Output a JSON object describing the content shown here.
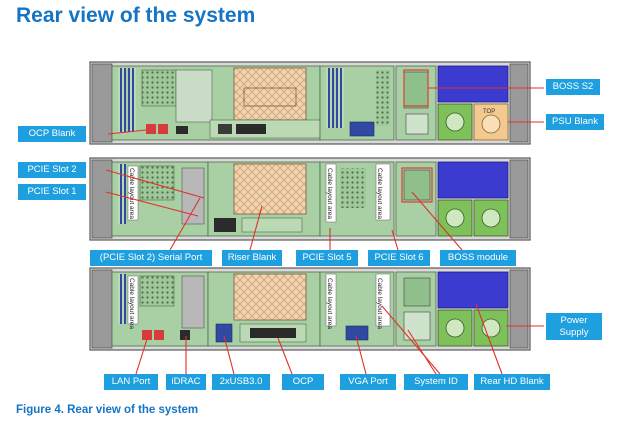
{
  "title": "Rear view of the system",
  "caption": "Figure 4. Rear view of the system",
  "labels": {
    "boss_s2": "BOSS S2",
    "psu_blank": "PSU Blank",
    "ocp_blank": "OCP Blank",
    "pcie_slot_2": "PCIE Slot 2",
    "pcie_slot_1": "PCIE Slot 1",
    "serial_port": "(PCIE Slot 2) Serial Port",
    "riser_blank": "Riser Blank",
    "pcie_slot_5": "PCIE Slot 5",
    "pcie_slot_6": "PCIE Slot 6",
    "boss_module": "BOSS module",
    "power_supply": "Power Supply",
    "lan_port": "LAN Port",
    "idrac": "iDRAC",
    "usb": "2xUSB3.0",
    "ocp": "OCP",
    "vga_port": "VGA Port",
    "system_id": "System  ID",
    "rear_hd_blank": "Rear HD Blank"
  },
  "chassis_text": {
    "cable_layout_area": "Cable layout area",
    "top": "TOP"
  },
  "colors": {
    "title_blue": "#1575c4",
    "label_blue": "#1d9fe0",
    "leader_red": "#e0322a",
    "chassis_gray": "#8c8c8c",
    "board_green": "#a9cfa4",
    "riser_tan": "#f5d5b0",
    "psu_blue": "#3b3bd0"
  }
}
